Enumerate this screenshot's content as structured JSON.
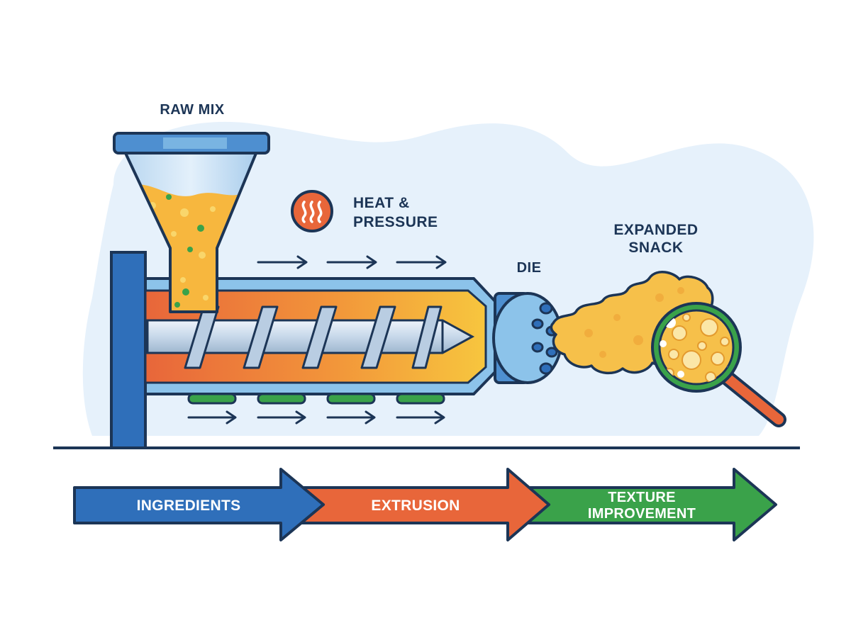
{
  "labels": {
    "raw_mix": "RAW MIX",
    "heat_line1": "HEAT &",
    "heat_line2": "PRESSURE",
    "die": "DIE",
    "snack_line1": "EXPANDED",
    "snack_line2": "SNACK"
  },
  "flow": {
    "ingredients": "INGREDIENTS",
    "extrusion": "EXTRUSION",
    "texture_line1": "TEXTURE",
    "texture_line2": "IMPROVEMENT"
  },
  "colors": {
    "blue": "#2f6fba",
    "light_blue": "#8cc3ea",
    "orange": "#e8663a",
    "yellow": "#f7c63e",
    "green": "#3aa24a",
    "navy": "#1c3556",
    "background_blob": "#e6f1fb"
  },
  "icons": [
    "heat-icon",
    "magnifier-icon",
    "arrow-icon"
  ]
}
